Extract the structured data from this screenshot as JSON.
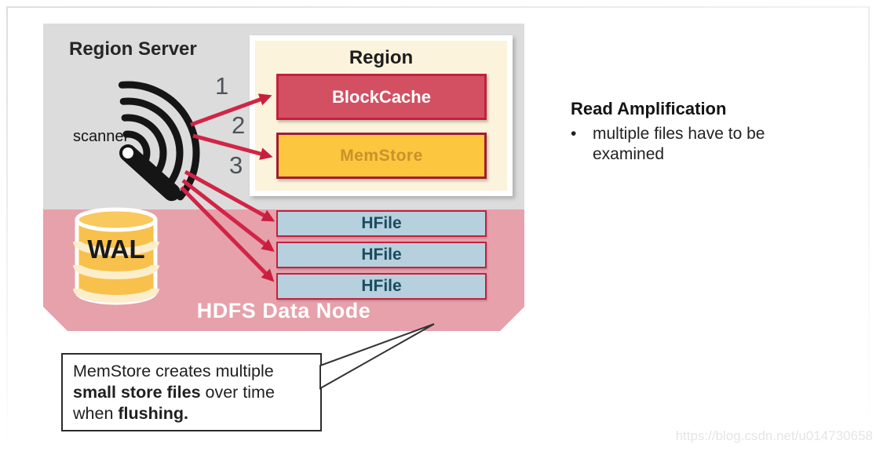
{
  "diagram": {
    "region_server_label": "Region Server",
    "scanner_label": "scanner",
    "arrow_numbers": [
      "1",
      "2",
      "3"
    ],
    "region": {
      "title": "Region",
      "blockcache_label": "BlockCache",
      "memstore_label": "MemStore"
    },
    "hfile_labels": [
      "HFile",
      "HFile",
      "HFile"
    ],
    "wal_label": "WAL",
    "hdfs_label": "HDFS Data Node"
  },
  "side_note": {
    "title": "Read Amplification",
    "bullet": "multiple files have to be examined"
  },
  "callout": {
    "lines": [
      [
        {
          "t": "MemStore creates multiple"
        }
      ],
      [
        {
          "t": "small store files",
          "b": true
        },
        {
          "t": " over time"
        }
      ],
      [
        {
          "t": "when "
        },
        {
          "t": "flushing.",
          "b": true
        }
      ]
    ]
  },
  "watermark": "https://blog.csdn.net/u014730658",
  "colors": {
    "region_server_bg": "#dcdcdc",
    "hdfs_bg": "#e6a1ab",
    "region_bg": "#fcf3dc",
    "blockcache_fill": "#d25062",
    "blockcache_border": "#c51f3f",
    "memstore_fill": "#fcc63f",
    "memstore_border": "#a01d33",
    "memstore_text": "#c8922b",
    "hfile_fill": "#b6d0dd",
    "hfile_border": "#c51f3f",
    "hfile_text": "#1a4b60",
    "arrow_red": "#d22446",
    "wal_fill": "#f8c14c",
    "number_text": "#4e525a"
  }
}
